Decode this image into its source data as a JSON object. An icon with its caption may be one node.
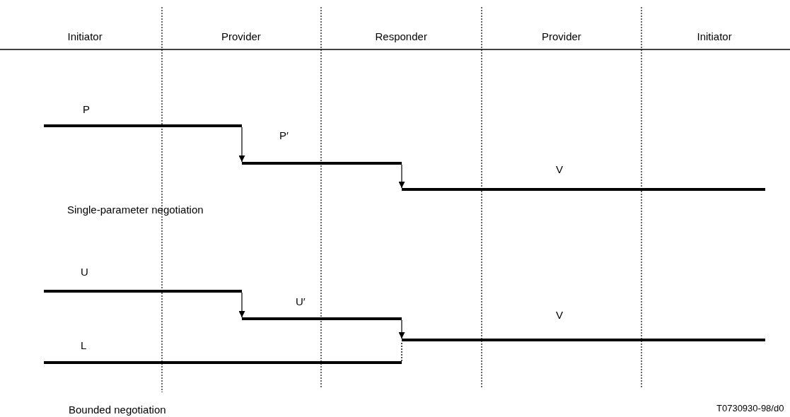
{
  "diagram": {
    "nodes": [
      {
        "text": [],
        "shape": "bar",
        "beside": [
          "P"
        ]
      },
      {
        "text": [],
        "shape": "bar",
        "beside": [
          "P′"
        ]
      },
      {
        "text": [],
        "shape": "bar",
        "beside": [
          "V"
        ]
      },
      {
        "text": [],
        "shape": "bar",
        "beside": [
          "U"
        ]
      },
      {
        "text": [],
        "shape": "bar",
        "beside": [
          "U′"
        ]
      },
      {
        "text": [],
        "shape": "bar",
        "beside": [
          "V"
        ]
      },
      {
        "text": [],
        "shape": "bar",
        "beside": [
          "L"
        ]
      }
    ],
    "edges": [
      {
        "from": 0,
        "to": 1,
        "arrow": "to"
      },
      {
        "from": 1,
        "to": 2,
        "arrow": "to"
      },
      {
        "from": 3,
        "to": 4,
        "arrow": "to"
      },
      {
        "from": 4,
        "to": 5,
        "arrow": "to"
      },
      {
        "from": 6,
        "to": 5,
        "arrow": "none",
        "style": "dashed"
      }
    ],
    "labels": [
      "Initiator",
      "Provider",
      "Responder",
      "Provider",
      "Initiator",
      "Single-parameter negotiation",
      "Bounded negotiation",
      "T0730930-98/d0"
    ]
  }
}
